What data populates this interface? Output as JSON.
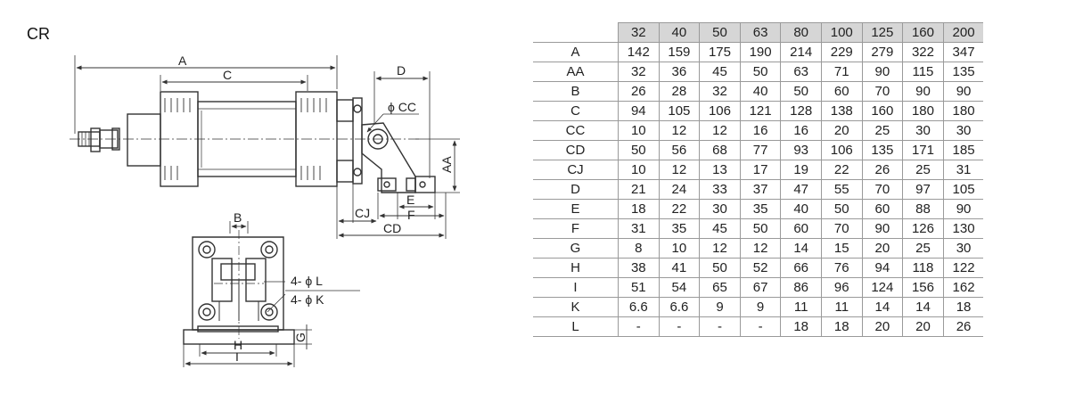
{
  "model_code": "CR",
  "drawing": {
    "side_view_labels": {
      "A": "A",
      "C": "C",
      "D": "D",
      "CC": "ϕ CC",
      "AA": "AA",
      "E": "E",
      "F": "F",
      "CJ": "CJ",
      "CD": "CD"
    },
    "bottom_view_labels": {
      "B": "B",
      "L": "4- ϕ L",
      "K": "4- ϕ K",
      "G": "G",
      "H": "H",
      "I": "I"
    }
  },
  "table": {
    "sizes": [
      "32",
      "40",
      "50",
      "63",
      "80",
      "100",
      "125",
      "160",
      "200"
    ],
    "rows": [
      {
        "label": "A",
        "values": [
          "142",
          "159",
          "175",
          "190",
          "214",
          "229",
          "279",
          "322",
          "347"
        ]
      },
      {
        "label": "AA",
        "values": [
          "32",
          "36",
          "45",
          "50",
          "63",
          "71",
          "90",
          "115",
          "135"
        ]
      },
      {
        "label": "B",
        "values": [
          "26",
          "28",
          "32",
          "40",
          "50",
          "60",
          "70",
          "90",
          "90"
        ]
      },
      {
        "label": "C",
        "values": [
          "94",
          "105",
          "106",
          "121",
          "128",
          "138",
          "160",
          "180",
          "180"
        ]
      },
      {
        "label": "CC",
        "values": [
          "10",
          "12",
          "12",
          "16",
          "16",
          "20",
          "25",
          "30",
          "30"
        ]
      },
      {
        "label": "CD",
        "values": [
          "50",
          "56",
          "68",
          "77",
          "93",
          "106",
          "135",
          "171",
          "185"
        ]
      },
      {
        "label": "CJ",
        "values": [
          "10",
          "12",
          "13",
          "17",
          "19",
          "22",
          "26",
          "25",
          "31"
        ]
      },
      {
        "label": "D",
        "values": [
          "21",
          "24",
          "33",
          "37",
          "47",
          "55",
          "70",
          "97",
          "105"
        ]
      },
      {
        "label": "E",
        "values": [
          "18",
          "22",
          "30",
          "35",
          "40",
          "50",
          "60",
          "88",
          "90"
        ]
      },
      {
        "label": "F",
        "values": [
          "31",
          "35",
          "45",
          "50",
          "60",
          "70",
          "90",
          "126",
          "130"
        ]
      },
      {
        "label": "G",
        "values": [
          "8",
          "10",
          "12",
          "12",
          "14",
          "15",
          "20",
          "25",
          "30"
        ]
      },
      {
        "label": "H",
        "values": [
          "38",
          "41",
          "50",
          "52",
          "66",
          "76",
          "94",
          "118",
          "122"
        ]
      },
      {
        "label": "I",
        "values": [
          "51",
          "54",
          "65",
          "67",
          "86",
          "96",
          "124",
          "156",
          "162"
        ]
      },
      {
        "label": "K",
        "values": [
          "6.6",
          "6.6",
          "9",
          "9",
          "11",
          "11",
          "14",
          "14",
          "18"
        ]
      },
      {
        "label": "L",
        "values": [
          "-",
          "-",
          "-",
          "-",
          "18",
          "18",
          "20",
          "20",
          "26"
        ]
      }
    ]
  }
}
